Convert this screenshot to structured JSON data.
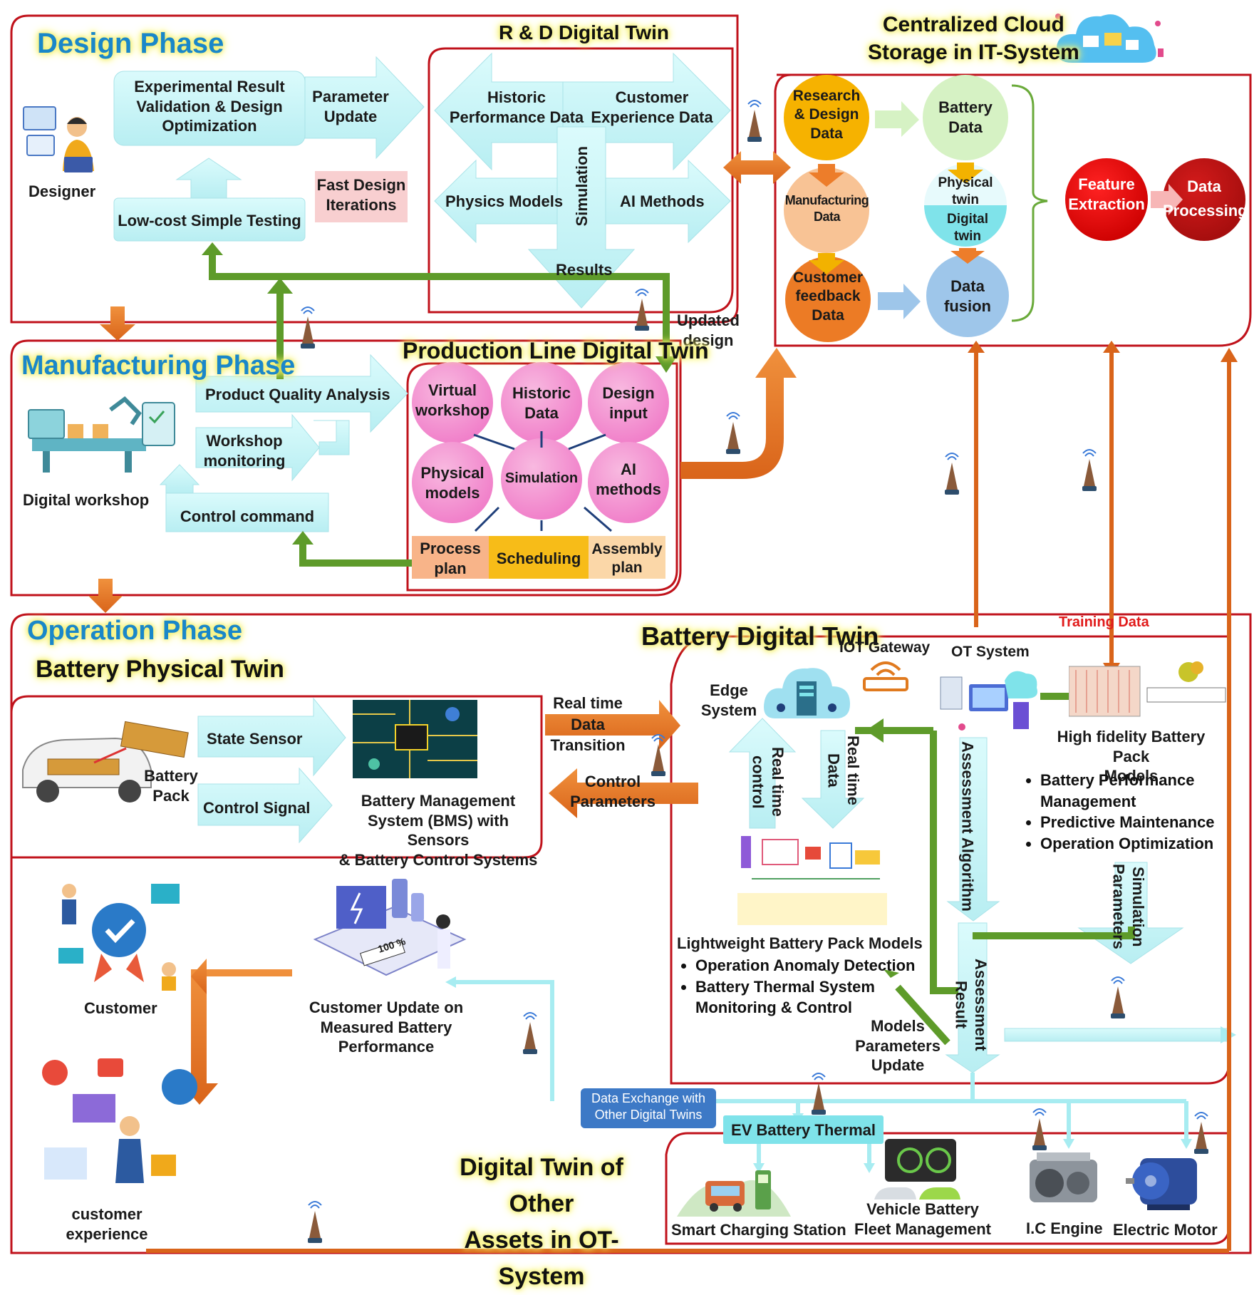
{
  "design": {
    "phase_title": "Design Phase",
    "designer": "Designer",
    "exp_result": "Experimental Result\nValidation & Design\nOptimization",
    "param_update": "Parameter\nUpdate",
    "fast_design": "Fast Design\nIterations",
    "low_cost": "Low-cost Simple Testing"
  },
  "rd_twin": {
    "title": "R & D Digital Twin",
    "historic": "Historic\nPerformance Data",
    "customer": "Customer\nExperience Data",
    "physics": "Physics Models",
    "ai": "AI Methods",
    "simulation": "Simulation",
    "results": "Results"
  },
  "updated_design": "Updated\ndesign",
  "cloud": {
    "title": "Centralized Cloud\nStorage in IT-System",
    "research": "Research\n& Design\nData",
    "battery_data": "Battery\nData",
    "manufacturing": "Manufacturing\nData",
    "physical_twin": "Physical\ntwin",
    "digital_twin": "Digital\ntwin",
    "customer_feedback": "Customer\nfeedback\nData",
    "data_fusion": "Data\nfusion",
    "feature": "Feature\nExtraction",
    "processing": "Data\nProcessing"
  },
  "manufacturing": {
    "phase_title": "Manufacturing Phase",
    "workshop": "Digital workshop",
    "quality": "Product Quality Analysis",
    "monitoring": "Workshop\nmonitoring",
    "control": "Control command"
  },
  "production_twin": {
    "title": "Production Line Digital Twin",
    "virtual": "Virtual\nworkshop",
    "historic": "Historic\nData",
    "design_input": "Design\ninput",
    "physical": "Physical\nmodels",
    "simulation": "Simulation",
    "ai": "AI\nmethods",
    "process": "Process\nplan",
    "scheduling": "Scheduling",
    "assembly": "Assembly\nplan"
  },
  "operation": {
    "phase_title": "Operation Phase",
    "physical_twin": "Battery Physical Twin",
    "battery_pack": "Battery\nPack",
    "state_sensor": "State Sensor",
    "control_signal": "Control Signal",
    "bms": "Battery Management\nSystem (BMS) with Sensors\n& Battery Control Systems",
    "realtime_transition": "Real time\nData\nTransition",
    "control_params": "Control\nParameters"
  },
  "battery_twin": {
    "title": "Battery Digital Twin",
    "training": "Training Data",
    "iot": "IOT Gateway",
    "ot": "OT System",
    "edge": "Edge\nSystem",
    "rt_control": "Real time\ncontrol",
    "rt_data": "Real time\nData",
    "assess_alg": "Assessment Algorithm",
    "sim_params": "Simulation\nParameters",
    "assess_result": "Assessment\nResult",
    "hifi_title": "High fidelity Battery Pack\nModels",
    "hifi_items": [
      "Battery Performance\nManagement",
      "Predictive Maintenance",
      "Operation Optimization"
    ],
    "light_title": "Lightweight Battery Pack Models",
    "light_items": [
      "Operation Anomaly Detection",
      "Battery Thermal System\nMonitoring & Control"
    ],
    "models_params": "Models\nParameters\nUpdate"
  },
  "customer": {
    "customer": "Customer",
    "update": "Customer Update on\nMeasured Battery\nPerformance",
    "experience": "customer\nexperience",
    "battery_pct": "100 %"
  },
  "other_assets": {
    "exchange": "Data Exchange with\nOther Digital Twins",
    "thermal": "EV Battery Thermal",
    "title": "Digital Twin of Other\nAssets in OT-System",
    "charging": "Smart Charging Station",
    "fleet": "Vehicle Battery\nFleet Management",
    "engine": "I.C Engine",
    "motor": "Electric Motor"
  },
  "colors": {
    "phase_blue": "#1a87c9",
    "frame_red": "#c0121b",
    "arrow_orange": "#e0711f",
    "arrow_green": "#5e9b2a",
    "arrow_cyan": "#bdf2f4",
    "glow_yellow": "#f4f06a"
  }
}
